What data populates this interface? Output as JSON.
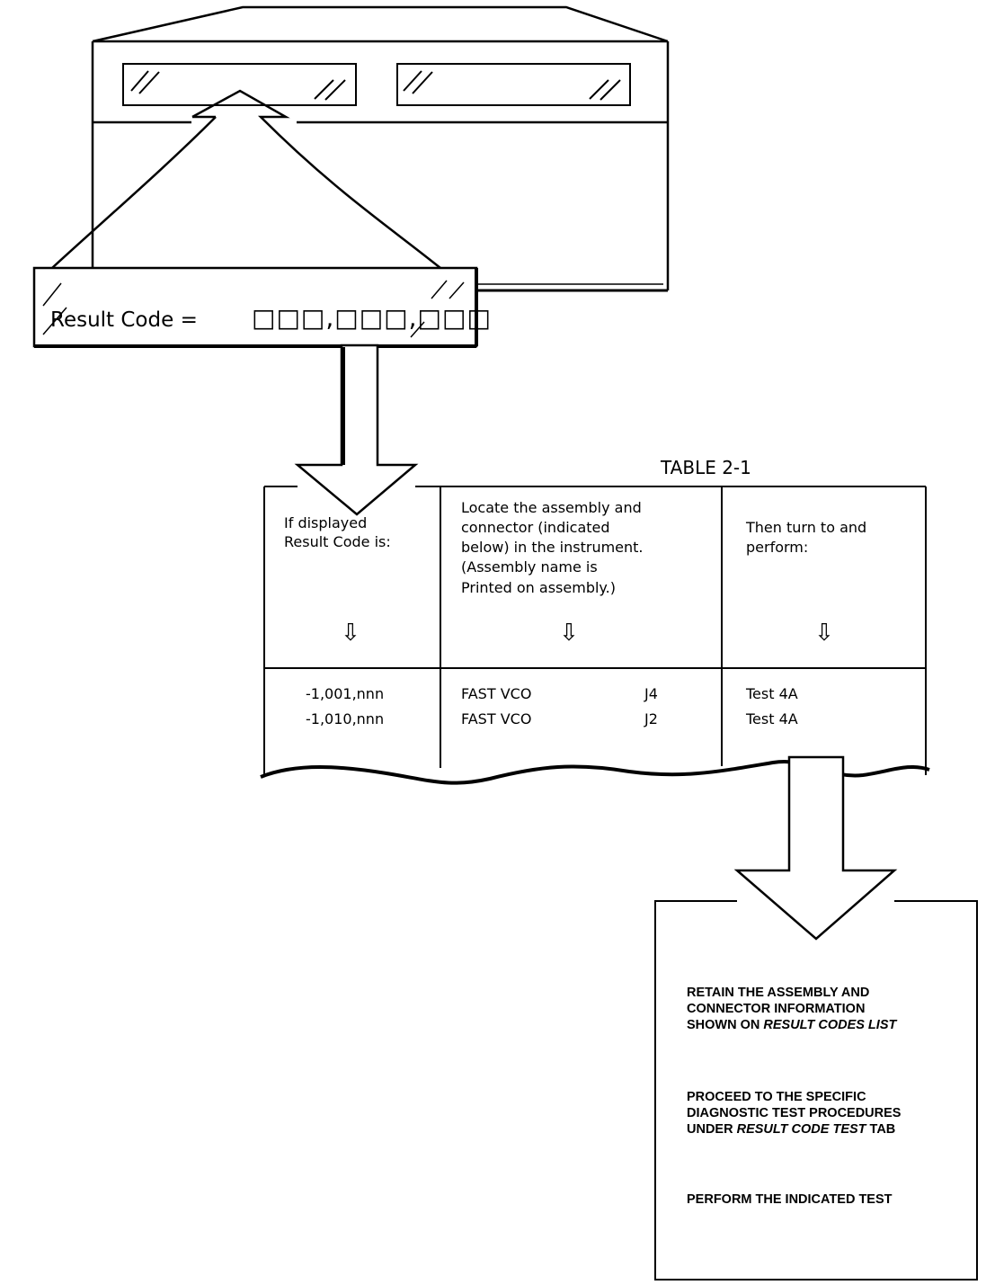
{
  "display": {
    "result_code_label": "Result Code =",
    "result_code_value": "□□□,□□□,□□□"
  },
  "table": {
    "title": "TABLE 2-1",
    "columns": [
      {
        "header_lines": [
          "If displayed",
          "Result Code is:"
        ],
        "arrow": "⇩"
      },
      {
        "header_lines": [
          "Locate the assembly and",
          "connector (indicated",
          "below) in the instrument.",
          "(Assembly name is",
          "Printed on assembly.)"
        ],
        "arrow": "⇩"
      },
      {
        "header_lines": [
          "Then turn to and",
          "perform:"
        ],
        "arrow": "⇩"
      }
    ],
    "rows": [
      {
        "code": "-1,001,nnn",
        "assembly": "FAST VCO",
        "connector": "J4",
        "test": "Test 4A"
      },
      {
        "code": "-1,010,nnn",
        "assembly": "FAST VCO",
        "connector": "J2",
        "test": "Test 4A"
      }
    ]
  },
  "instructions": {
    "step1": {
      "line1": "RETAIN THE ASSEMBLY AND",
      "line2": "CONNECTOR INFORMATION",
      "line3_prefix": "SHOWN ON ",
      "line3_emph": "RESULT CODES LIST"
    },
    "step2": {
      "line1": "PROCEED TO THE SPECIFIC",
      "line2": "DIAGNOSTIC TEST PROCEDURES",
      "line3_prefix": "UNDER ",
      "line3_emph": "RESULT CODE TEST",
      "line3_suffix": " TAB"
    },
    "step3": {
      "line1": "PERFORM THE INDICATED TEST"
    }
  }
}
